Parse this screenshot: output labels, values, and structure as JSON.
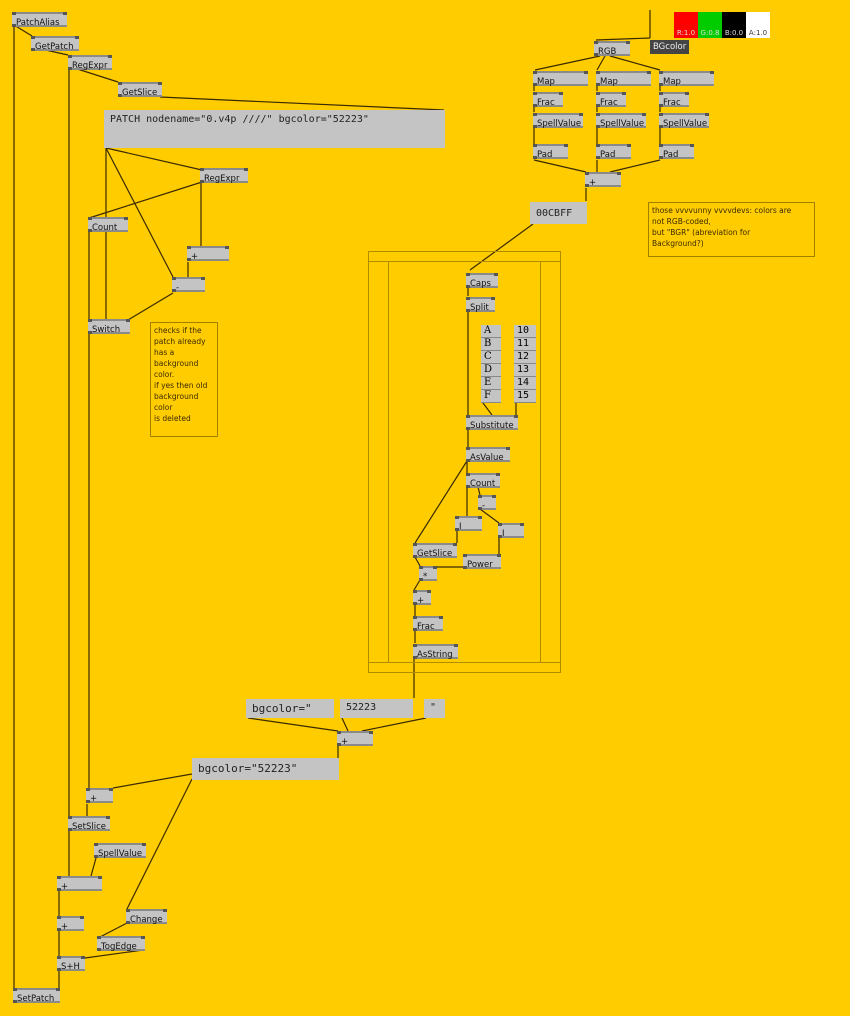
{
  "nodes": {
    "patchalias": "PatchAlias",
    "getpatch": "GetPatch",
    "regexpr1": "RegExpr",
    "getslice1": "GetSlice",
    "regexpr2": "RegExpr",
    "count1": "Count",
    "plus1": "+",
    "minus1": "-",
    "switch": "Switch",
    "rgb": "RGB",
    "map1": "Map",
    "frac1": "Frac",
    "spell1": "SpellValue",
    "pad1": "Pad",
    "map2": "Map",
    "frac2": "Frac",
    "spell2": "SpellValue",
    "pad2": "Pad",
    "map3": "Map",
    "frac3": "Frac",
    "spell3": "SpellValue",
    "pad3": "Pad",
    "plus_rgb": "+",
    "caps": "Caps",
    "split": "Split",
    "substitute": "Substitute",
    "asvalue": "AsValue",
    "count2": "Count",
    "minus2": "-",
    "bar1": "I",
    "bar2": "I",
    "getslice2": "GetSlice",
    "power": "Power",
    "mult": "*",
    "plus2": "+",
    "frac4": "Frac",
    "asstring": "AsString",
    "plus3": "+",
    "plus4": "+",
    "setslice": "SetSlice",
    "spell4": "SpellValue",
    "plus5": "+",
    "plus6": "+",
    "change": "Change",
    "togedge": "TogEdge",
    "sh": "S+H",
    "setpatch": "SetPatch"
  },
  "ioboxes": {
    "patch_string": "PATCH nodename=\"0.v4p ////\" bgcolor=\"52223\"",
    "hex_value": "00CBFF",
    "bgcolor_prefix": "bgcolor=\"",
    "bgcolor_value": "52223",
    "quote": "\"",
    "bgcolor_result": "bgcolor=\"52223\""
  },
  "spreads": {
    "letters": [
      "A",
      "B",
      "C",
      "D",
      "E",
      "F"
    ],
    "numbers": [
      "10",
      "11",
      "12",
      "13",
      "14",
      "15"
    ]
  },
  "color_pin": {
    "label": "BGcolor",
    "channels": [
      {
        "label": "R:1.0",
        "color": "#ff0000"
      },
      {
        "label": "G:0.8",
        "color": "#00cc00"
      },
      {
        "label": "B:0.0",
        "color": "#000000"
      },
      {
        "label": "A:1.0",
        "color": "#ffffff"
      }
    ]
  },
  "comments": {
    "check_bg": [
      "checks if the",
      "patch already",
      "has a",
      "background",
      "color.",
      "if yes then old",
      "background",
      "color",
      "is deleted"
    ],
    "bgr_note": [
      "those vvvvunny vvvvdevs:  colors are",
      "not RGB-coded,",
      "but \"BGR\" (abreviation for",
      "Background?)"
    ]
  },
  "colors": {
    "canvas": "#ffcc00",
    "node": "#c4c4c4",
    "wire": "#3a2a00"
  }
}
